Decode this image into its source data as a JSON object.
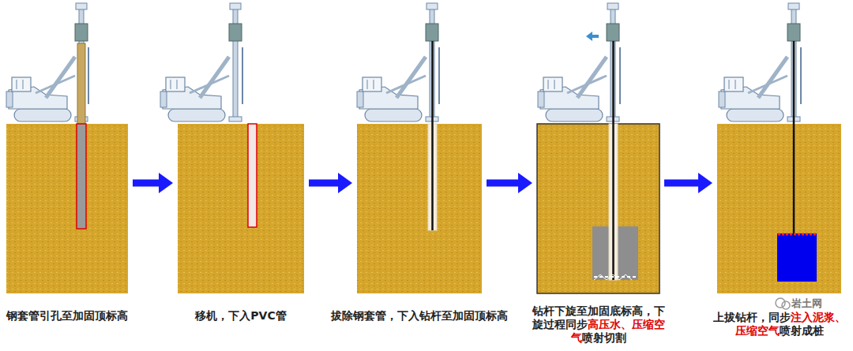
{
  "diagram": {
    "nodes": [
      {
        "text": [
          "钢套管引孔至加固顶标高"
        ]
      },
      {
        "text": [
          "移机，下入PVC管"
        ]
      },
      {
        "text": [
          "拔除钢套管，下入钻杆至加固顶标高"
        ]
      },
      {
        "text": [
          "钻杆下旋至加固底标高，下旋过程同步高压水、压缩空气喷射切割"
        ]
      },
      {
        "text": [
          "上拔钻杆，同步注入泥浆、压缩空气喷射成桩"
        ]
      }
    ],
    "edges": [
      {
        "from": 0,
        "to": 1,
        "arrow": "to"
      },
      {
        "from": 1,
        "to": 2,
        "arrow": "to"
      },
      {
        "from": 2,
        "to": 3,
        "arrow": "to"
      },
      {
        "from": 3,
        "to": 4,
        "arrow": "to"
      }
    ],
    "labels": [
      "岩土网"
    ]
  }
}
